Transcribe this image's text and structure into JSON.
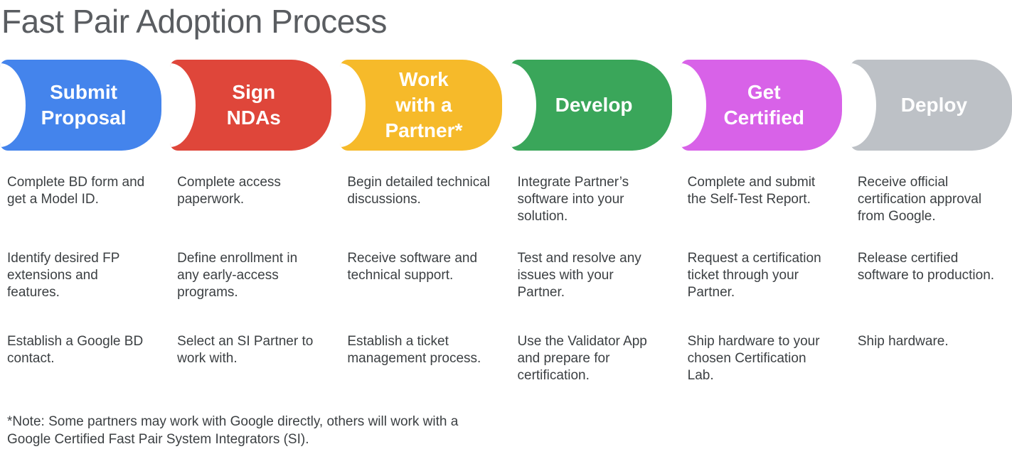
{
  "page": {
    "title": "Fast Pair Adoption Process"
  },
  "stages": [
    {
      "label": "Submit\nProposal",
      "color": "#4484ec",
      "steps": [
        "Complete BD form and get a Model ID.",
        "Identify desired FP extensions and features.",
        "Establish a Google BD contact."
      ]
    },
    {
      "label": "Sign\nNDAs",
      "color": "#df463a",
      "steps": [
        "Complete access paperwork.",
        "Define enrollment in any early-access programs.",
        "Select an SI Partner to work with."
      ]
    },
    {
      "label": "Work\nwith a\nPartner*",
      "color": "#f6ba2a",
      "steps": [
        "Begin detailed technical discussions.",
        "Receive software and technical support.",
        "Establish a ticket management process."
      ]
    },
    {
      "label": "Develop",
      "color": "#3aa65a",
      "steps": [
        "Integrate Partner’s software into your solution.",
        "Test and resolve any issues with your Partner.",
        "Use the Validator App and prepare for certification."
      ]
    },
    {
      "label": "Get\nCertified",
      "color": "#d862e8",
      "steps": [
        "Complete and submit the Self-Test Report.",
        "Request a certification ticket through your Partner.",
        "Ship hardware to your chosen Certification Lab."
      ]
    },
    {
      "label": "Deploy",
      "color": "#bdc1c6",
      "steps": [
        "Receive official certification approval from Google.",
        "Release certified software to production.",
        "Ship hardware."
      ]
    }
  ],
  "footnote": "*Note: Some partners may work with Google directly, others will work with a\nGoogle Certified Fast Pair System Integrators (SI)."
}
